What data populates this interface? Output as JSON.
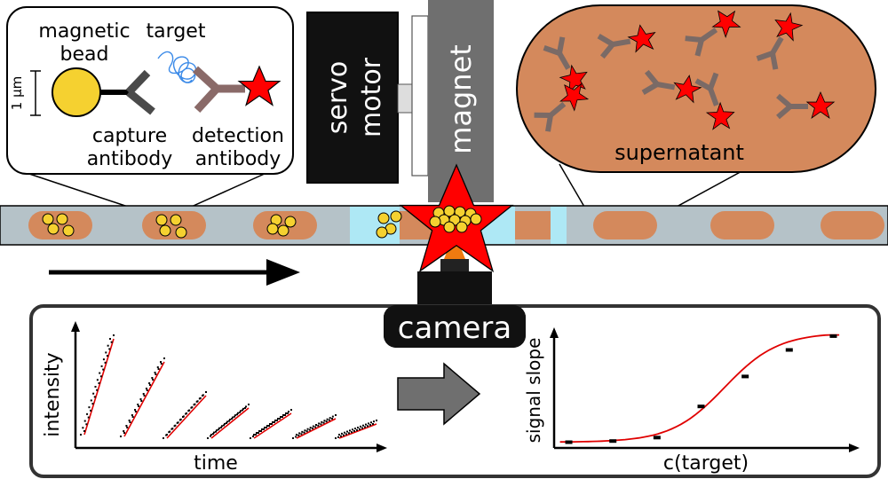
{
  "inset": {
    "magnetic_bead_line1": "magnetic",
    "magnetic_bead_line2": "bead",
    "target": "target",
    "scale": "1 μm",
    "capture_line1": "capture",
    "capture_line2": "antibody",
    "detection_line1": "detection",
    "detection_line2": "antibody"
  },
  "servo_line1": "servo",
  "servo_line2": "motor",
  "magnet": "magnet",
  "supernatant": "supernatant",
  "camera": "camera",
  "left_plot": {
    "ylabel": "intensity",
    "xlabel": "time"
  },
  "right_plot": {
    "ylabel": "signal slope",
    "xlabel": "c(target)",
    "points": [
      [
        0.05,
        0.05
      ],
      [
        0.2,
        0.06
      ],
      [
        0.35,
        0.09
      ],
      [
        0.5,
        0.36
      ],
      [
        0.65,
        0.62
      ],
      [
        0.8,
        0.85
      ],
      [
        0.95,
        0.97
      ]
    ]
  },
  "colors": {
    "droplet": "#d4895c",
    "tube": "#b5c2c8",
    "bead": "#f5d130",
    "star": "#ff0000",
    "antibody": "#4a4a4a",
    "detection_antibody": "#8a6a68",
    "buffer": "#aee8f5",
    "fit": "#e00000"
  }
}
